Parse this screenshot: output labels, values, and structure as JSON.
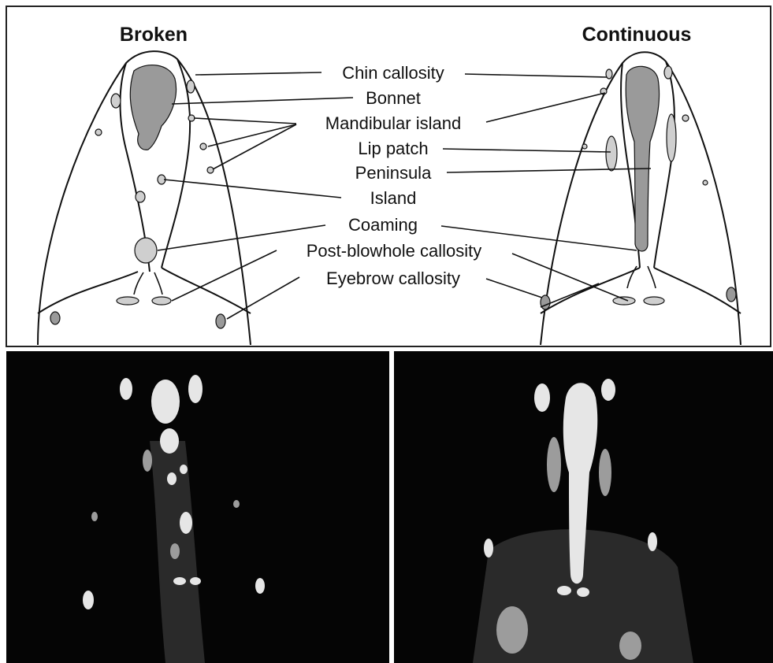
{
  "column_titles": {
    "left": "Broken",
    "right": "Continuous"
  },
  "labels": [
    "Chin callosity",
    "Bonnet",
    "Mandibular island",
    "Lip patch",
    "Peninsula",
    "Island",
    "Coaming",
    "Post-blowhole callosity",
    "Eyebrow callosity"
  ],
  "colors": {
    "line": "#111111",
    "callosity_fill": "#cfcfcf",
    "photo_background": "#050505",
    "photo_callosity": "#e6e6e6",
    "panel_border": "#333333"
  }
}
